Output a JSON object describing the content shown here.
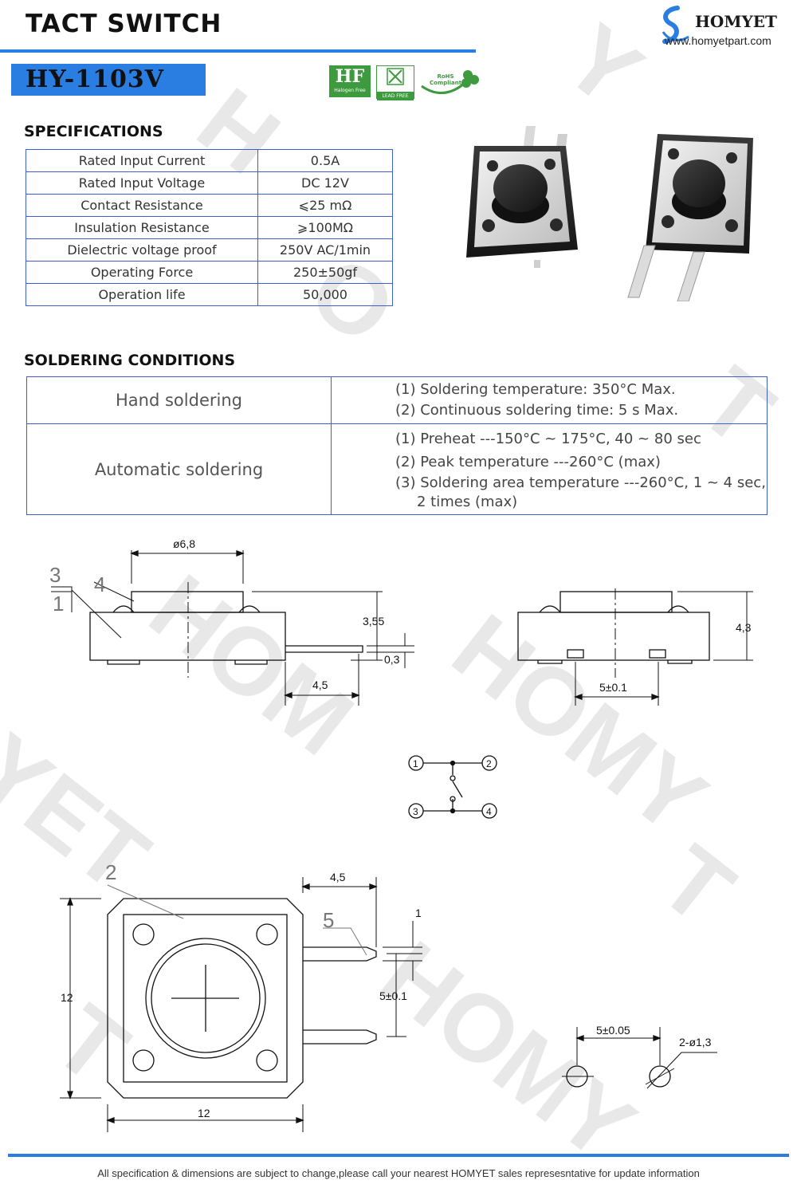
{
  "header": {
    "title": "TACT SWITCH",
    "model": "HY-1103V",
    "brand": "HOMYET",
    "website": "www.homyetpart.com",
    "badges": [
      "Halogen Free",
      "LEAD FREE",
      "RoHS Compliant"
    ]
  },
  "specifications": {
    "heading": "SPECIFICATIONS",
    "rows": [
      {
        "label": "Rated Input Current",
        "value": "0.5A"
      },
      {
        "label": "Rated Input Voltage",
        "value": "DC 12V"
      },
      {
        "label": "Contact Resistance",
        "value": "⩽25 mΩ"
      },
      {
        "label": "Insulation Resistance",
        "value": "⩾100MΩ"
      },
      {
        "label": "Dielectric voltage proof",
        "value": "250V AC/1min"
      },
      {
        "label": "Operating Force",
        "value": "250±50gf"
      },
      {
        "label": "Operation life",
        "value": "50,000"
      }
    ]
  },
  "soldering": {
    "heading": "SOLDERING  CONDITIONS",
    "hand": {
      "label": "Hand soldering",
      "lines": [
        "(1) Soldering temperature: 350°C Max.",
        "(2) Continuous soldering time: 5 s Max."
      ]
    },
    "auto": {
      "label": "Automatic soldering",
      "lines": [
        "(1) Preheat ---150°C ~ 175°C, 40 ~ 80 sec",
        "(2) Peak temperature ---260°C (max)",
        "(3) Soldering area temperature ---260°C, 1 ~ 4 sec,",
        "2 times (max)"
      ]
    }
  },
  "drawing": {
    "side_left": {
      "d_button": "ø6,8",
      "h_body": "3,55",
      "t_lead": "0,3",
      "lead_len": "4,5",
      "callout_3": "3",
      "callout_4": "4",
      "callout_1": "1"
    },
    "side_right": {
      "height": "4,3",
      "pitch": "5±0.1"
    },
    "schematic": {
      "pins": [
        "1",
        "2",
        "3",
        "4"
      ]
    },
    "top": {
      "callout_2": "2",
      "callout_5": "5",
      "lead_len": "4,5",
      "lead_w": "1",
      "pitch": "5±0.1",
      "width": "12",
      "height": "12"
    },
    "footprint": {
      "pitch": "5±0.05",
      "holes": "2-ø1,3"
    }
  },
  "watermark": "HOMYET",
  "footer": "All specification & dimensions are subject to change,please call your nearest HOMYET sales represesntative for update information",
  "colors": {
    "accent": "#2a7de1",
    "table_border": "#3f5fd0",
    "halogen_green": "#3e9a3e"
  }
}
